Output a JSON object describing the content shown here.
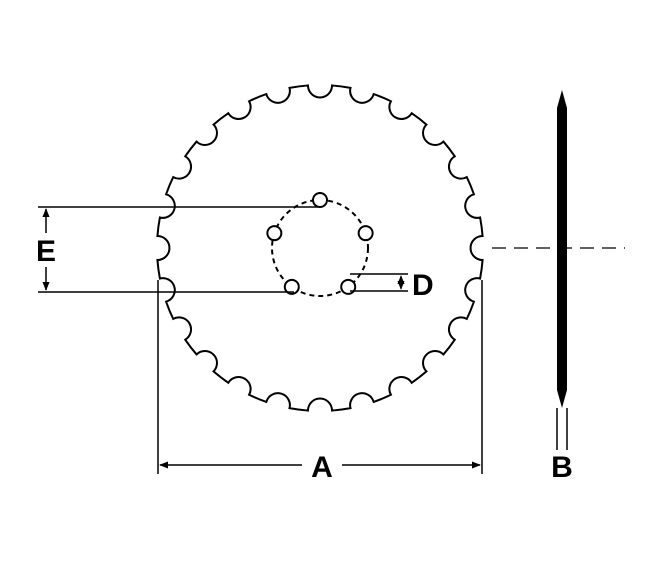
{
  "labels": {
    "diameter": "A",
    "thickness": "B",
    "hole_diameter": "D",
    "hole_spacing": "E"
  },
  "disc": {
    "notch_count": 24,
    "bolt_hole_count": 5
  },
  "colors": {
    "ink": "#000000",
    "background": "#ffffff"
  }
}
